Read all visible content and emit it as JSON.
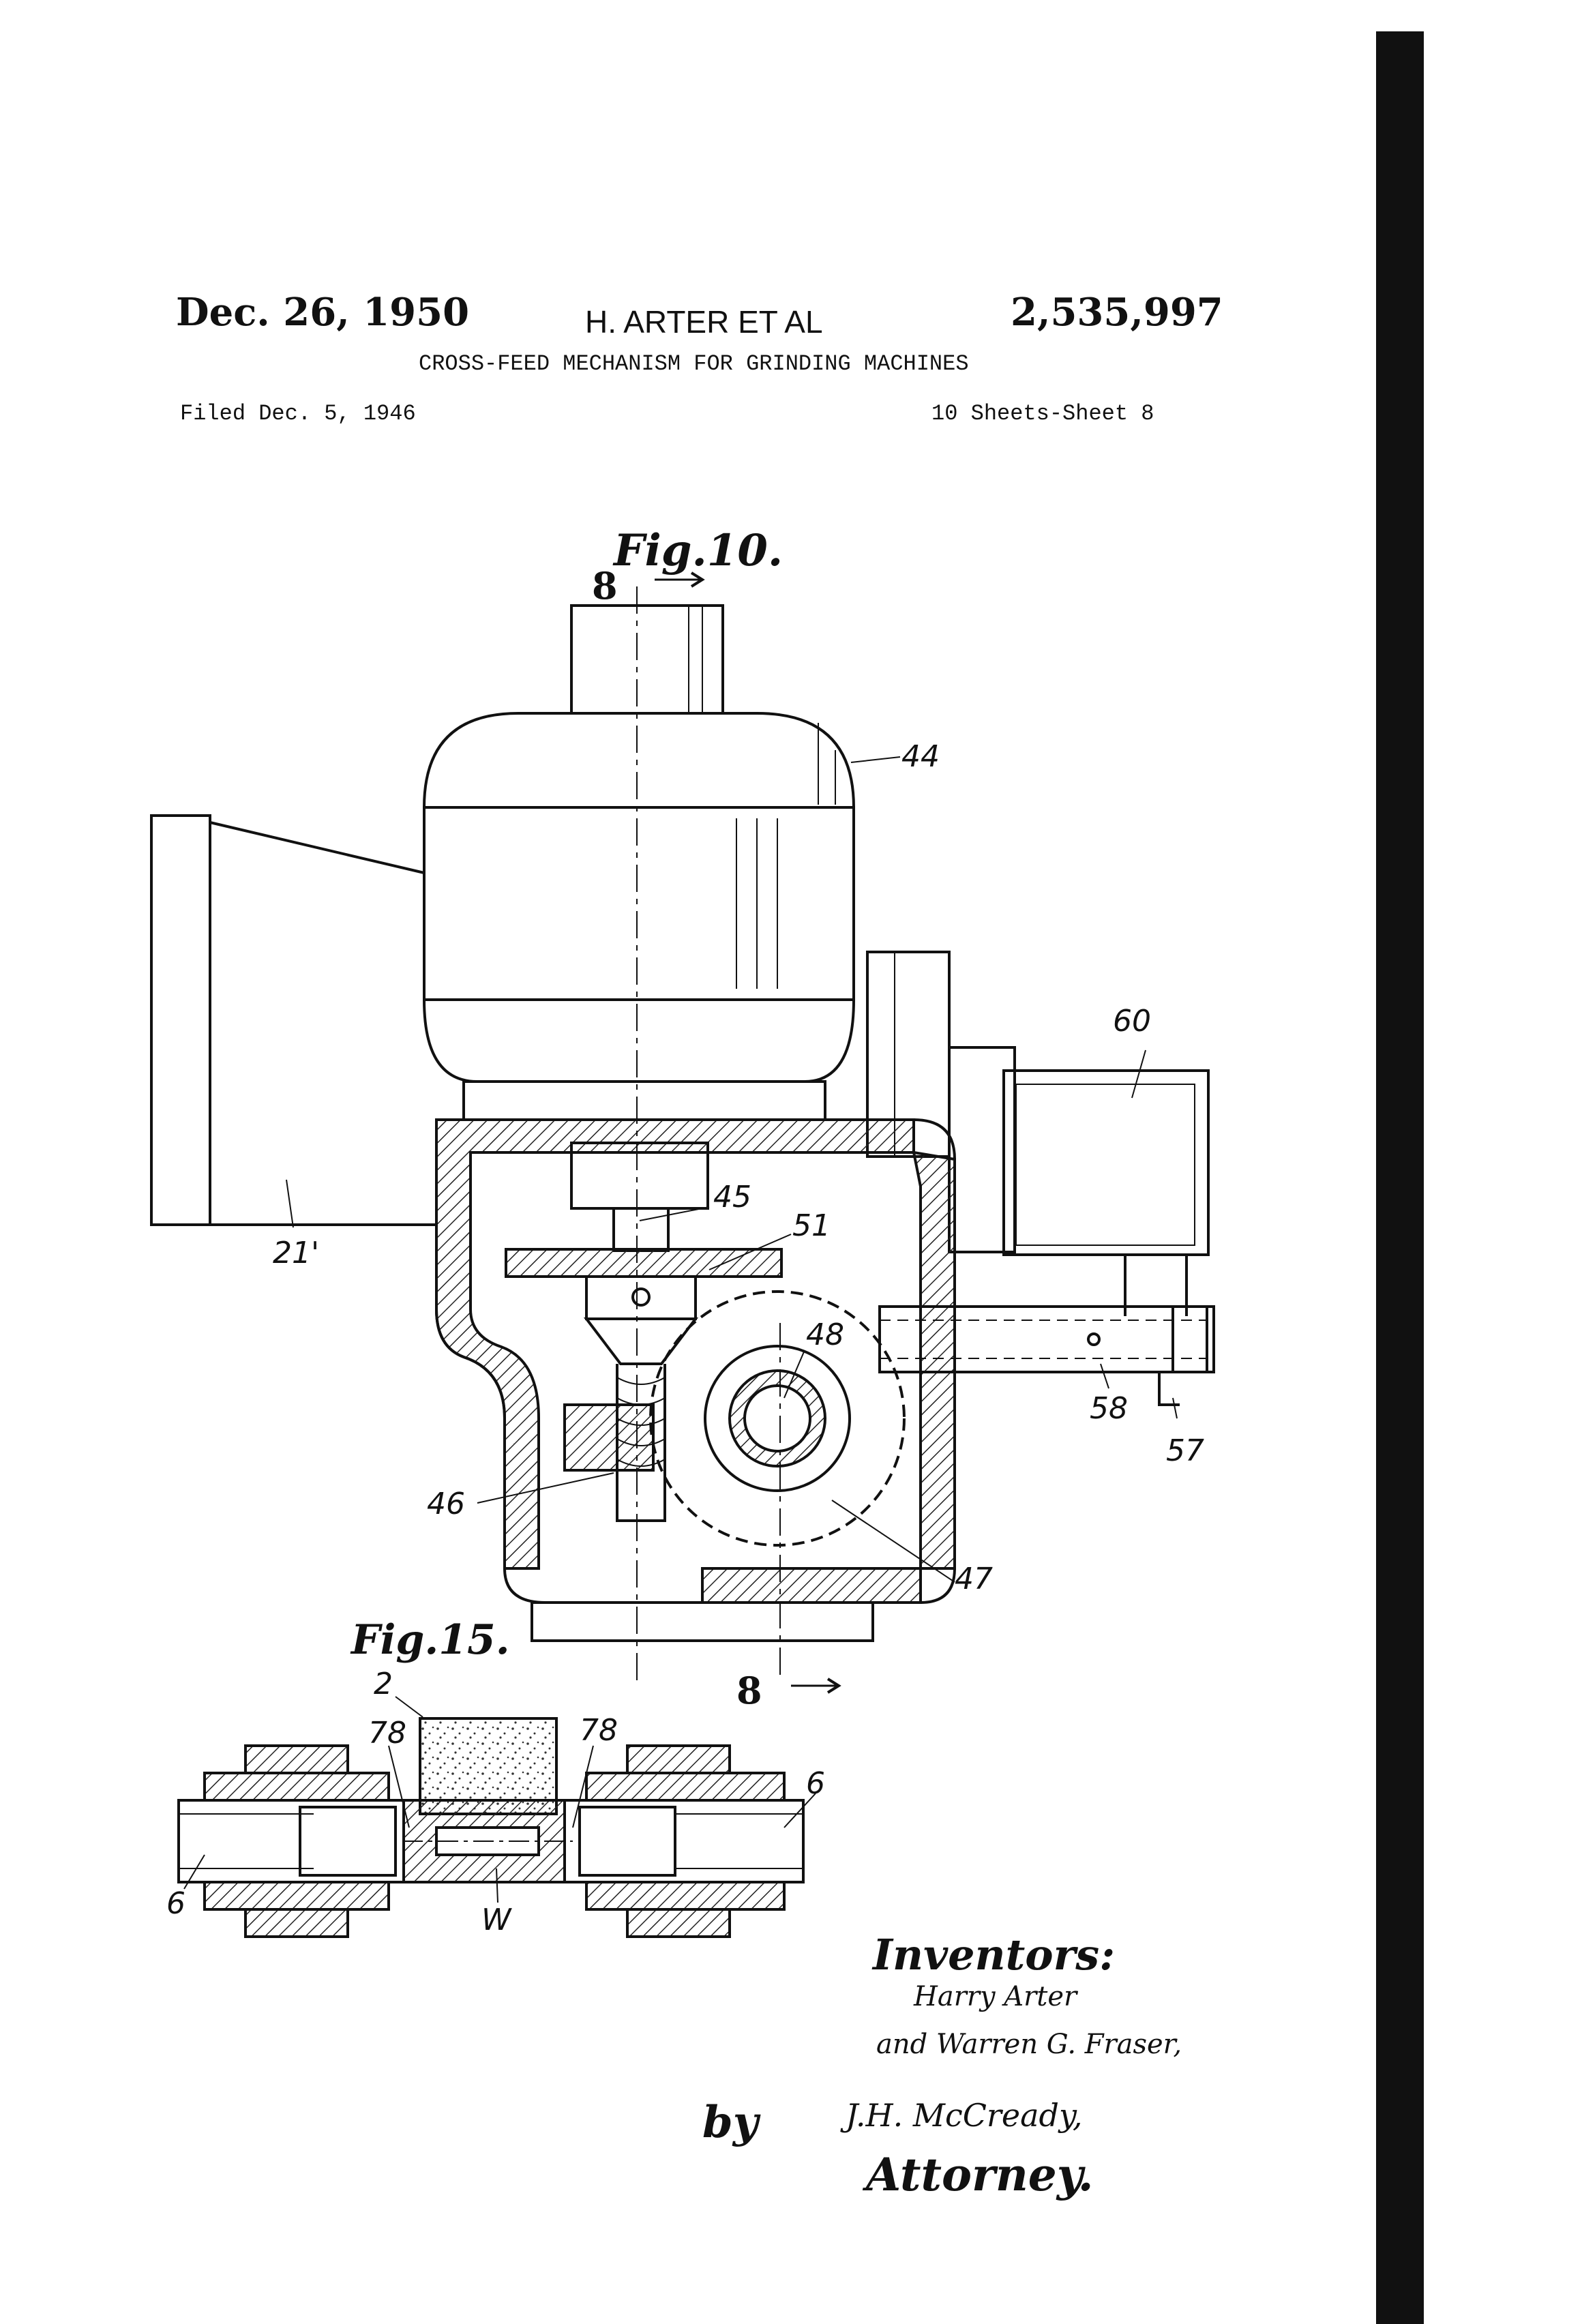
{
  "header": {
    "date": "Dec. 26, 1950",
    "inventor_line": "H. ARTER ET AL",
    "patent_number": "2,535,997",
    "title": "CROSS-FEED MECHANISM FOR GRINDING MACHINES",
    "filed": "Filed Dec. 5, 1946",
    "sheets": "10 Sheets-Sheet 8"
  },
  "figures": {
    "fig10": {
      "label": "Fig.10.",
      "section_marks": [
        "8",
        "8"
      ],
      "refs": [
        "44",
        "60",
        "45",
        "51",
        "48",
        "21'",
        "58",
        "57",
        "46",
        "47"
      ]
    },
    "fig15": {
      "label": "Fig.15.",
      "refs": [
        "2",
        "78",
        "78",
        "6",
        "6",
        "W"
      ]
    }
  },
  "signatures": {
    "inventors_heading": "Inventors:",
    "inventor_1": "Harry Arter",
    "inventor_2": "and Warren G. Fraser,",
    "by": "by",
    "attorney_name": "J.H. McCready,",
    "attorney_label": "Attorney."
  }
}
